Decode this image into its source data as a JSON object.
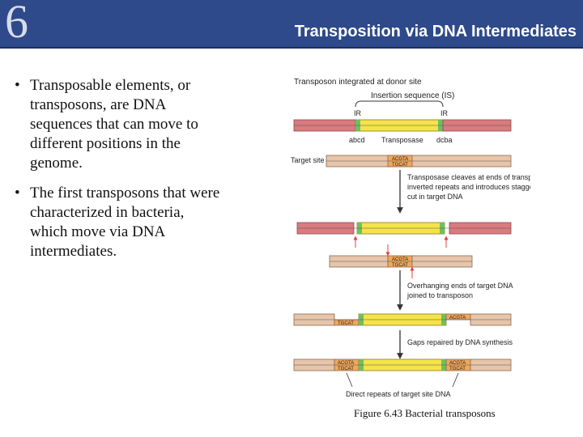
{
  "header": {
    "chapter_number": "6",
    "title": "Transposition via DNA Intermediates"
  },
  "bullets": [
    "Transposable elements, or transposons, are DNA sequences that can move to different positions in the genome.",
    "The first transposons that were characterized in bacteria, which move via DNA intermediates."
  ],
  "figure": {
    "label_integrated": "Transposon integrated at donor site",
    "label_is": "Insertion sequence (IS)",
    "label_ir": "IR",
    "label_abcd": "abcd",
    "label_transposase": "Transposase",
    "label_dcba": "dcba",
    "label_target_site": "Target site",
    "seq_top": "ACGTA",
    "seq_bottom": "TGCAT",
    "step1": [
      "Transposase cleaves at ends of transposon",
      "inverted repeats and introduces staggered",
      "cut in target DNA"
    ],
    "step2": [
      "Overhanging ends of target DNA",
      "joined to transposon"
    ],
    "step3": "Gaps repaired by DNA synthesis",
    "label_direct_repeats": "Direct repeats of target site DNA",
    "colors": {
      "donor": "#d97b7f",
      "target": "#e6c5aa",
      "transposon": "#f5e34a",
      "ir": "#6fbf5f",
      "site": "#f0a85a",
      "arrow": "#333333",
      "cut_arrow": "#e04040"
    }
  },
  "caption": "Figure 6.43  Bacterial transposons"
}
